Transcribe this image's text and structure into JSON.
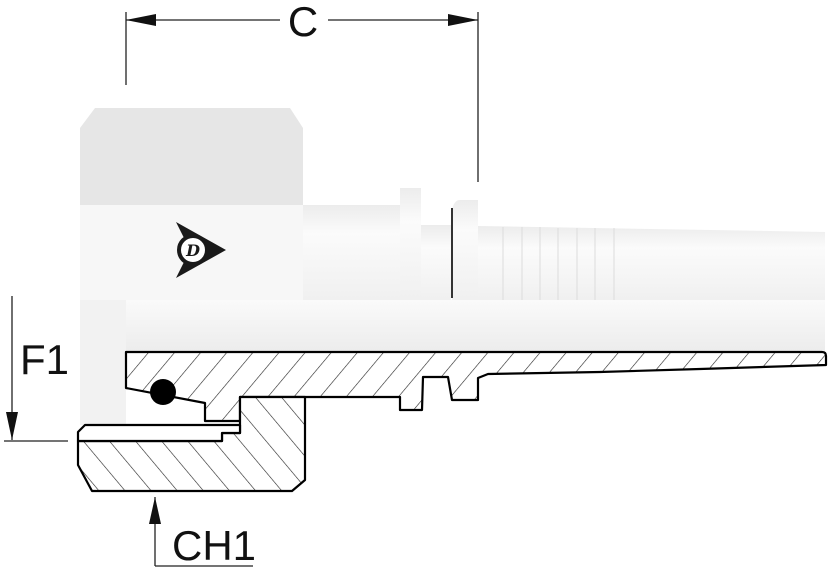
{
  "drawing": {
    "dimensions": {
      "length_label": "C",
      "thread_label": "F1",
      "hex_label": "CH1"
    },
    "logo": {
      "name": "dunlop-logo",
      "letter": "D"
    },
    "colors": {
      "line": "#000000",
      "hex_face": "#e6e6e6",
      "body": "#f6f6f6"
    }
  }
}
